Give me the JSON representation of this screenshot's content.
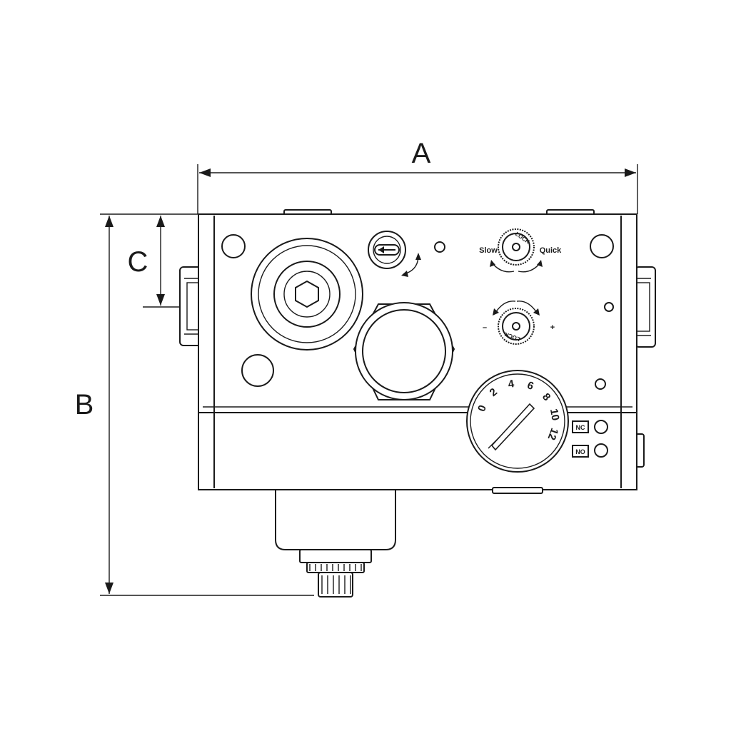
{
  "dimensions": {
    "a": "A",
    "b": "B",
    "c": "C"
  },
  "speed_knob": {
    "slow": "Slow",
    "quick": "Quick",
    "knob_text": "LOCK"
  },
  "pressure_knob": {
    "minus": "–",
    "plus": "+",
    "knob_text": "LOCK"
  },
  "gauge": {
    "scale": [
      "0",
      "2",
      "4",
      "6",
      "8",
      "10",
      "12"
    ]
  },
  "switch": {
    "nc": "NC",
    "no": "NO"
  }
}
